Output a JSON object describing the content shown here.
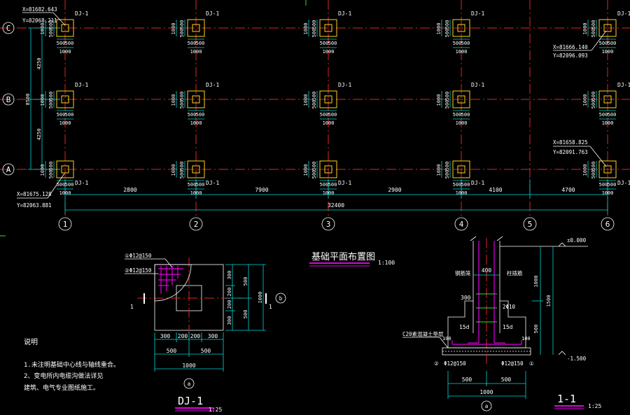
{
  "axes": {
    "rows": [
      "C",
      "B",
      "A"
    ],
    "cols": [
      "1",
      "2",
      "3",
      "4",
      "5",
      "6"
    ]
  },
  "labels": {
    "footing_tag": "DJ-1",
    "side_dims": [
      "4250",
      "8500",
      "4250"
    ],
    "span_dims": [
      "2800",
      "7900",
      "2900",
      "4100",
      "4700"
    ],
    "total_dim": "32400",
    "footing_pair_dims": [
      "400",
      "600",
      "500",
      "1000",
      "500",
      "500"
    ]
  },
  "coords": {
    "c1": [
      "X=81682.643",
      "Y=82068.211"
    ],
    "c6": [
      "X=81666.140",
      "Y=82096.093"
    ],
    "a1": [
      "X=81675.128",
      "Y=82063.881"
    ],
    "a6": [
      "X=81658.825",
      "Y=82091.763"
    ]
  },
  "titles": {
    "plan_title": "基础平面布置图",
    "plan_scale": "1:100",
    "detail_title": "DJ-1",
    "detail_scale": "1:25",
    "section_title": "1-1",
    "section_scale": "1:25"
  },
  "detail": {
    "rebar_1": "①Φ12@150",
    "rebar_2": "②Φ12@150",
    "cut_mark": "1",
    "axis_a": "a",
    "axis_b": "b",
    "dims_bottom_1": [
      "300",
      "200",
      "200",
      "300"
    ],
    "dims_bottom_2": [
      "500",
      "500"
    ],
    "dims_bottom_3": "1000",
    "dims_right_1": [
      "300",
      "200",
      "200",
      "300"
    ],
    "dims_right_2": [
      "500",
      "500"
    ],
    "dims_right_3": "1000"
  },
  "section": {
    "elev_top": "±0.000",
    "elev_bottom": "-1.500",
    "label_left": "钢筋笼",
    "label_right": "柱插筋",
    "dim_400": "400",
    "dim_300": "300",
    "dim_2d10": "2Φ10",
    "dim_15d": "15d",
    "base_note": "C20素混凝土垫层",
    "dim_100": "100",
    "rebar_l": "Φ12@150",
    "rebar_r": "Φ12@150",
    "dim_500": "500",
    "dim_1000": "1000",
    "dim_1500": "1500",
    "axis_a": "a",
    "m1": "①",
    "m2": "②"
  },
  "notes": {
    "heading": "说明",
    "line1": "1.未注明基础中心线与轴线重合。",
    "line2": "2、变电所内电缆沟做法详见",
    "line3": "建筑、电气专业图纸施工。"
  }
}
